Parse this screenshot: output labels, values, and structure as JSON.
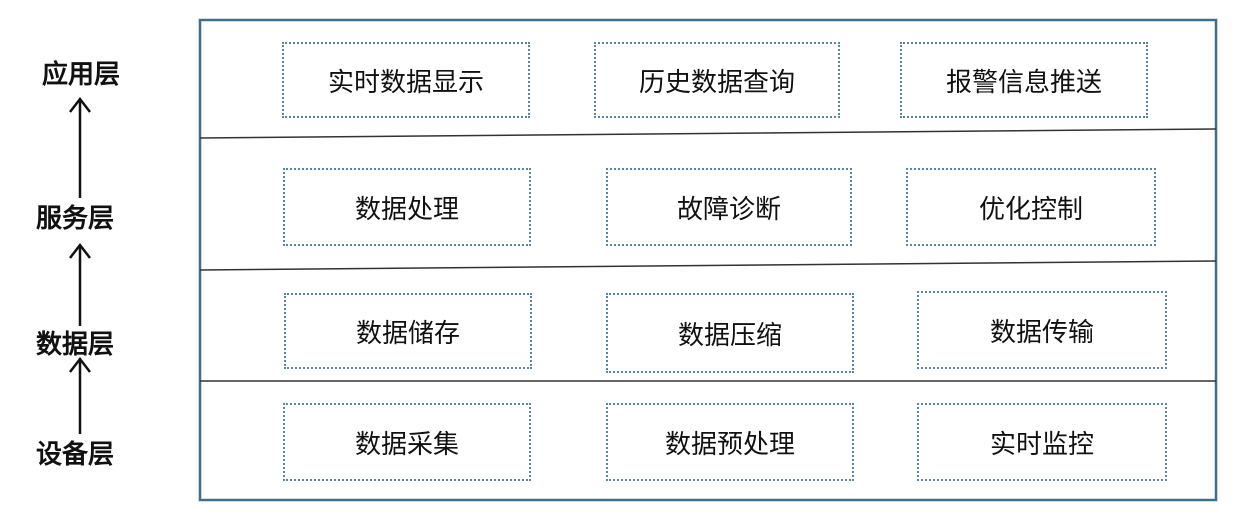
{
  "layers": [
    {
      "label": "应用层",
      "modules": [
        "实时数据显示",
        "历史数据查询",
        "报警信息推送"
      ]
    },
    {
      "label": "服务层",
      "modules": [
        "数据处理",
        "故障诊断",
        "优化控制"
      ]
    },
    {
      "label": "数据层",
      "modules": [
        "数据储存",
        "数据压缩",
        "数据传输"
      ]
    },
    {
      "label": "设备层",
      "modules": [
        "数据采集",
        "数据预处理",
        "实时监控"
      ]
    }
  ],
  "colors": {
    "frame_border": "#3f6f86",
    "module_border": "#5a86a6",
    "text": "#111111"
  }
}
